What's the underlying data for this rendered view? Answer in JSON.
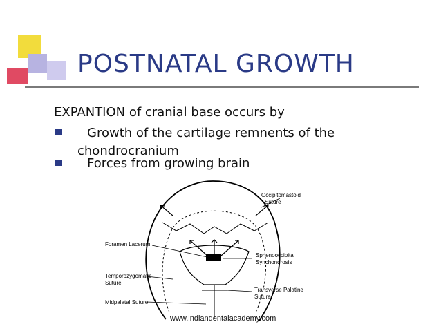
{
  "slide": {
    "title": "POSTNATAL GROWTH",
    "intro": "EXPANTION of cranial base occurs by",
    "bullets": [
      "Growth of the cartilage remnents of the",
      "chondrocranium",
      "Forces from growing brain"
    ]
  },
  "figure": {
    "labels": {
      "occipitomastoid": "Occipitomastoid",
      "suture1": "Suture",
      "foramen_lacerum": "Foramen Lacerum",
      "spheno1": "Sphenooccipital",
      "spheno2": "Synchondrosis",
      "temporo1": "Temporozygomatic",
      "suture2": "Suture",
      "transverse1": "Transverse Palatine",
      "suture3": "Suture",
      "midpalatal": "Midpalatal Suture"
    }
  },
  "footer": {
    "url": "www.indiandentalacademy.com"
  },
  "colors": {
    "title": "#2a3a86",
    "bullet": "#2a3a86",
    "accent_yellow": "#f2dc3c",
    "accent_red": "#e04a63",
    "accent_lavender": "#b7b3e1"
  }
}
